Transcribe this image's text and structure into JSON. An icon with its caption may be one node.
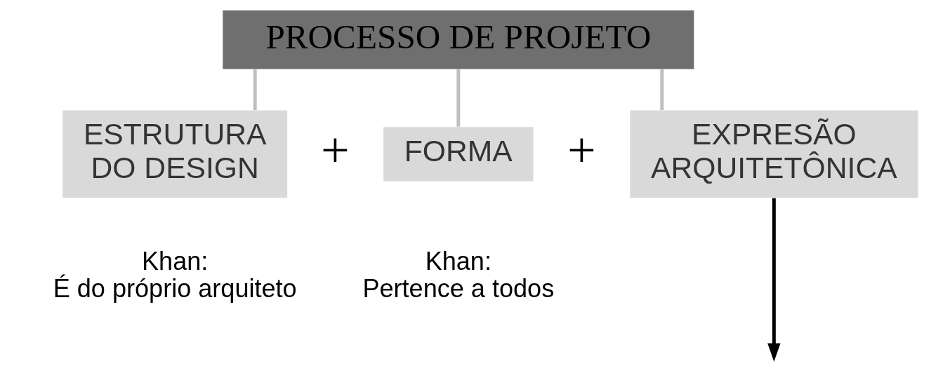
{
  "diagram": {
    "nodes": [
      {
        "text": [
          "PROCESSO DE PROJETO"
        ]
      },
      {
        "text": [
          "ESTRUTURA DO DESIGN"
        ],
        "beside": [
          "Khan: É do próprio arquiteto"
        ]
      },
      {
        "text": [
          "FORMA"
        ],
        "beside": [
          "Khan: Pertence a todos"
        ]
      },
      {
        "text": [
          "EXPRESÃO ARQUITETÔNICA"
        ]
      }
    ],
    "edges": [
      {
        "from": 0,
        "to": 1,
        "arrow": "none"
      },
      {
        "from": 0,
        "to": 2,
        "arrow": "none"
      },
      {
        "from": 0,
        "to": 3,
        "arrow": "none"
      },
      {
        "from": 3,
        "to": null,
        "arrow": "to",
        "color": "#000000"
      }
    ],
    "labels": [
      "+",
      "+"
    ]
  }
}
